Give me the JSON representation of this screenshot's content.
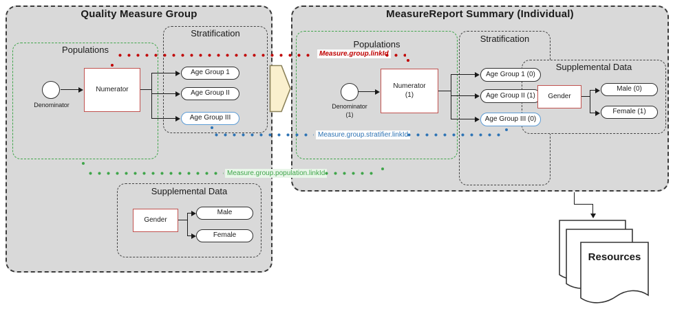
{
  "colors": {
    "panel_bg": "#D9D9D9",
    "accent_red": "#C00000",
    "box_red": "#C0504D",
    "accent_blue": "#2E74B5",
    "pill_blue": "#5B9BD5",
    "accent_green": "#3FA54A",
    "chevron_fill": "#FAF0CE"
  },
  "left": {
    "title": "Quality Measure Group",
    "populations": {
      "title": "Populations",
      "denominator": "Denominator",
      "numerator": "Numerator"
    },
    "stratification": {
      "title": "Stratification",
      "items": [
        "Age Group 1",
        "Age Group II",
        "Age Group III"
      ]
    },
    "supplemental": {
      "title": "Supplemental Data",
      "gender": "Gender",
      "items": [
        "Male",
        "Female"
      ]
    }
  },
  "right": {
    "title": "MeasureReport Summary (Individual)",
    "populations": {
      "title": "Populations",
      "denominator": "Denominator",
      "denominator_count": "(1)",
      "numerator": "Numerator",
      "numerator_count": "(1)"
    },
    "stratification": {
      "title": "Stratification",
      "items": [
        "Age Group 1 (0)",
        "Age Group II (1)",
        "Age Group III (0)"
      ]
    },
    "supplemental": {
      "title": "Supplemental Data",
      "gender": "Gender",
      "items": [
        "Male (0)",
        "Female (1)"
      ]
    }
  },
  "links": {
    "group": "Measure.group.linkId",
    "stratifier": "Measure.group.stratifier.linkId",
    "population": "Measure.group.population.linkId"
  },
  "resources": {
    "label": "Resources"
  }
}
